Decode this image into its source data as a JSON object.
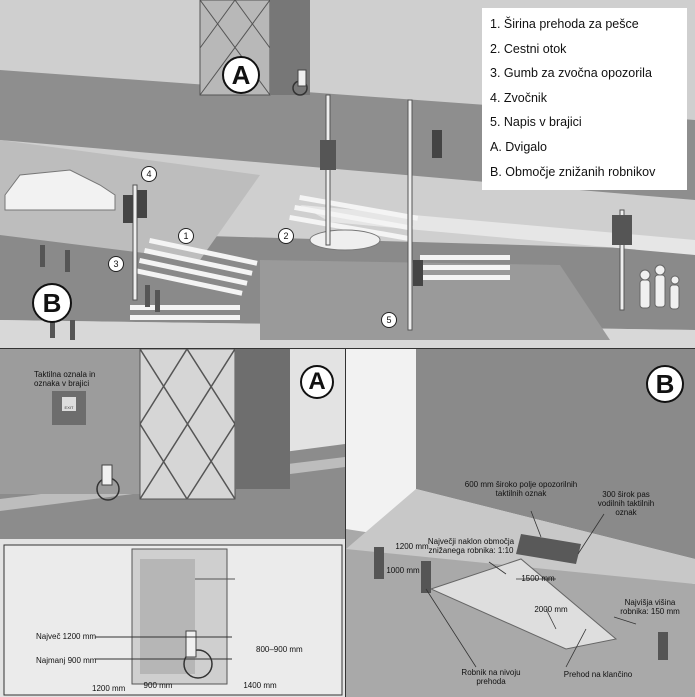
{
  "legend": {
    "items": [
      "1. Širina prehoda za pešce",
      "2. Cestni otok",
      "3. Gumb za zvočna opozorila",
      "4. Zvočnik",
      "5. Napis v brajici",
      "A. Dvigalo",
      "B. Območje znižanih robnikov"
    ]
  },
  "top": {
    "badge_a": "A",
    "badge_b": "B",
    "markers": [
      "1",
      "2",
      "3",
      "4",
      "5"
    ]
  },
  "panel_a": {
    "badge": "A",
    "tactile_label": "Taktilna oznala in oznaka v brajici",
    "sign_text": "EXIT",
    "dim_max": "Največ 1200 mm",
    "dim_min": "Najmanj 900 mm",
    "dim_800": "800–900 mm",
    "dim_1200": "1200 mm",
    "dim_900": "900 mm",
    "dim_1400": "1400 mm"
  },
  "panel_b": {
    "badge": "B",
    "field_600": "600 mm široko polje opozorilnih taktilnih oznak",
    "strip_300": "300 širok pas vodilnih taktilnih oznak",
    "dim_1200": "1200 mm",
    "dim_1000": "1000 mm",
    "max_slope": "Največji naklon območja znižanega robnika: 1:10",
    "dim_1500": "1500 mm",
    "dim_2000": "2000 mm",
    "max_height": "Najvišja višina robnika: 150 mm",
    "curb_level": "Robnik na nivoju prehoda",
    "crossing_ramp": "Prehod na klančino"
  }
}
